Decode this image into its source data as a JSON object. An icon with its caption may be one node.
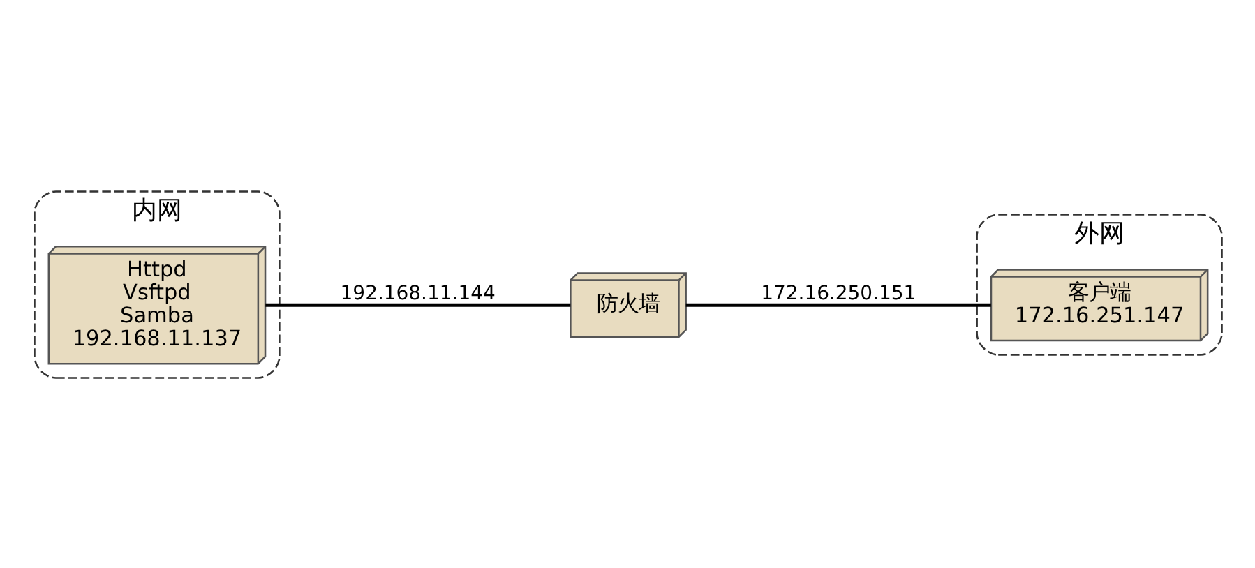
{
  "diagram": {
    "nodes": [
      {
        "text": [
          "内网"
        ]
      },
      {
        "text": [
          "Httpd",
          "Vsftpd",
          "Samba",
          "192.168.11.137"
        ],
        "in": 0
      },
      {
        "text": [
          "防火墙"
        ]
      },
      {
        "text": [
          "外网"
        ]
      },
      {
        "text": [
          "客户端",
          "172.16.251.147"
        ],
        "in": 3
      }
    ],
    "edges": [
      {
        "from": 1,
        "to": 2,
        "arrow": "none",
        "label": "192.168.11.144"
      },
      {
        "from": 2,
        "to": 4,
        "arrow": "none",
        "label": "172.16.250.151"
      }
    ]
  }
}
